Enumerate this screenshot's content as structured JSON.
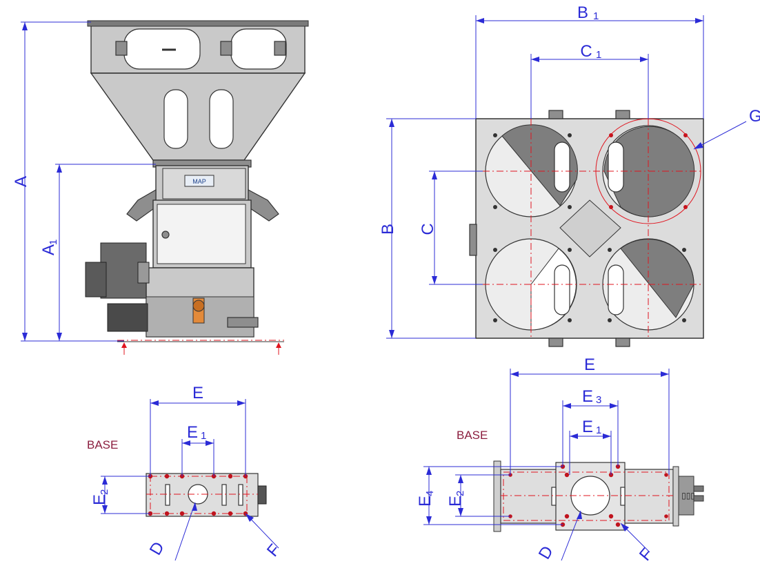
{
  "labels": {
    "A": "A",
    "A1_main": "A",
    "A1_sub": "1",
    "B": "B",
    "B1_main": "B",
    "B1_sub": "1",
    "C": "C",
    "C1_main": "C",
    "C1_sub": "1",
    "G": "G",
    "logo": "MAP"
  },
  "base_left": {
    "title": "BASE",
    "E": "E",
    "E1_main": "E",
    "E1_sub": "1",
    "E2_main": "E",
    "E2_sub": "2",
    "D": "D",
    "F": "F"
  },
  "base_right": {
    "title": "BASE",
    "E": "E",
    "E1_main": "E",
    "E1_sub": "1",
    "E2_main": "E",
    "E2_sub": "2",
    "E3_main": "E",
    "E3_sub": "3",
    "E4_main": "E",
    "E4_sub": "4",
    "D": "D",
    "F": "F",
    "connector": "▯▯▯"
  },
  "colors": {
    "dimension": "#2b2bd6",
    "centerline": "#e0141e",
    "base_title": "#8b1e3f",
    "metal": "#c9c9c9",
    "dark_metal": "#8e8e8e"
  }
}
